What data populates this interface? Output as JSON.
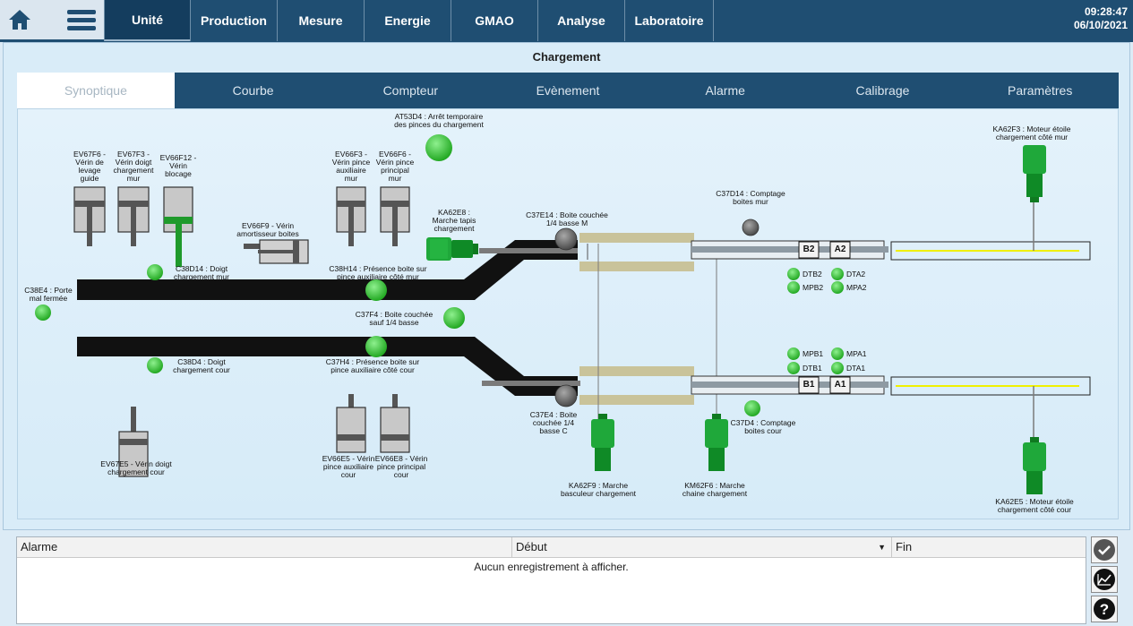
{
  "nav": {
    "tabs": [
      "Unité",
      "Production",
      "Mesure",
      "Energie",
      "GMAO",
      "Analyse",
      "Laboratoire"
    ],
    "active_index": 0,
    "clock_time": "09:28:47",
    "clock_date": "06/10/2021"
  },
  "panel": {
    "title": "Chargement",
    "subtabs": [
      "Synoptique",
      "Courbe",
      "Compteur",
      "Evènement",
      "Alarme",
      "Calibrage",
      "Paramètres"
    ],
    "active_subtab": 0
  },
  "synoptic": {
    "labels": {
      "ev67f6": "EV67F6 - Vérin de levage guide",
      "ev67f3": "EV67F3 - Vérin doigt chargement mur",
      "ev66f12": "EV66F12 - Vérin blocage",
      "ev66f3": "EV66F3 - Vérin pince auxiliaire mur",
      "ev66f6": "EV66F6 - Vérin pince principal mur",
      "at53d4": "AT53D4 : Arrêt temporaire des pinces du chargement",
      "ev66f9": "EV66F9 - Vérin amortisseur boites",
      "ka62e8": "KA62E8 : Marche tapis chargement",
      "c37e14": "C37E14 : Boite couchée 1/4 basse M",
      "c37d14": "C37D14 : Comptage boites mur",
      "ka62f3": "KA62F3 : Moteur étoile chargement côté mur",
      "c38d14": "C38D14 : Doigt chargement mur",
      "c38h14": "C38H14 : Présence boite sur pince auxiliaire côté mur",
      "c38e4": "C38E4 : Porte mal fermée",
      "c37f4": "C37F4 : Boite couchée sauf 1/4 basse",
      "c38d4": "C38D4 : Doigt chargement cour",
      "c37h4": "C37H4 : Présence boite sur pince auxiliaire côté cour",
      "ev67e5": "EV67E5 - Vérin doigt chargement cour",
      "ev66e5": "EV66E5 - Vérin pince auxiliaire cour",
      "ev66e8": "EV66E8 - Vérin pince principal cour",
      "c37e4": "C37E4 : Boite couchée 1/4 basse C",
      "ka62f9": "KA62F9 : Marche basculeur chargement",
      "km62f6": "KM62F6 : Marche chaine chargement",
      "c37d4": "C37D4 : Comptage boites cour",
      "ka62e5": "KA62E5 : Moteur étoile chargement côté cour"
    },
    "boxes": {
      "b2": "B2",
      "a2": "A2",
      "b1": "B1",
      "a1": "A1"
    },
    "indicators": {
      "dtb2": "DTB2",
      "dta2": "DTA2",
      "mpb2": "MPB2",
      "mpa2": "MPA2",
      "mpb1": "MPB1",
      "mpa1": "MPA1",
      "dtb1": "DTB1",
      "dta1": "DTA1"
    },
    "colors": {
      "active": "#3dc33d",
      "inactive": "#6e6e6e",
      "conveyor": "#111111",
      "rail": "#f0f000"
    }
  },
  "alarm_table": {
    "columns": [
      "Alarme",
      "Début",
      "Fin"
    ],
    "empty_message": "Aucun enregistrement à afficher."
  },
  "side_buttons": [
    "check-icon",
    "chart-icon",
    "help-icon"
  ]
}
